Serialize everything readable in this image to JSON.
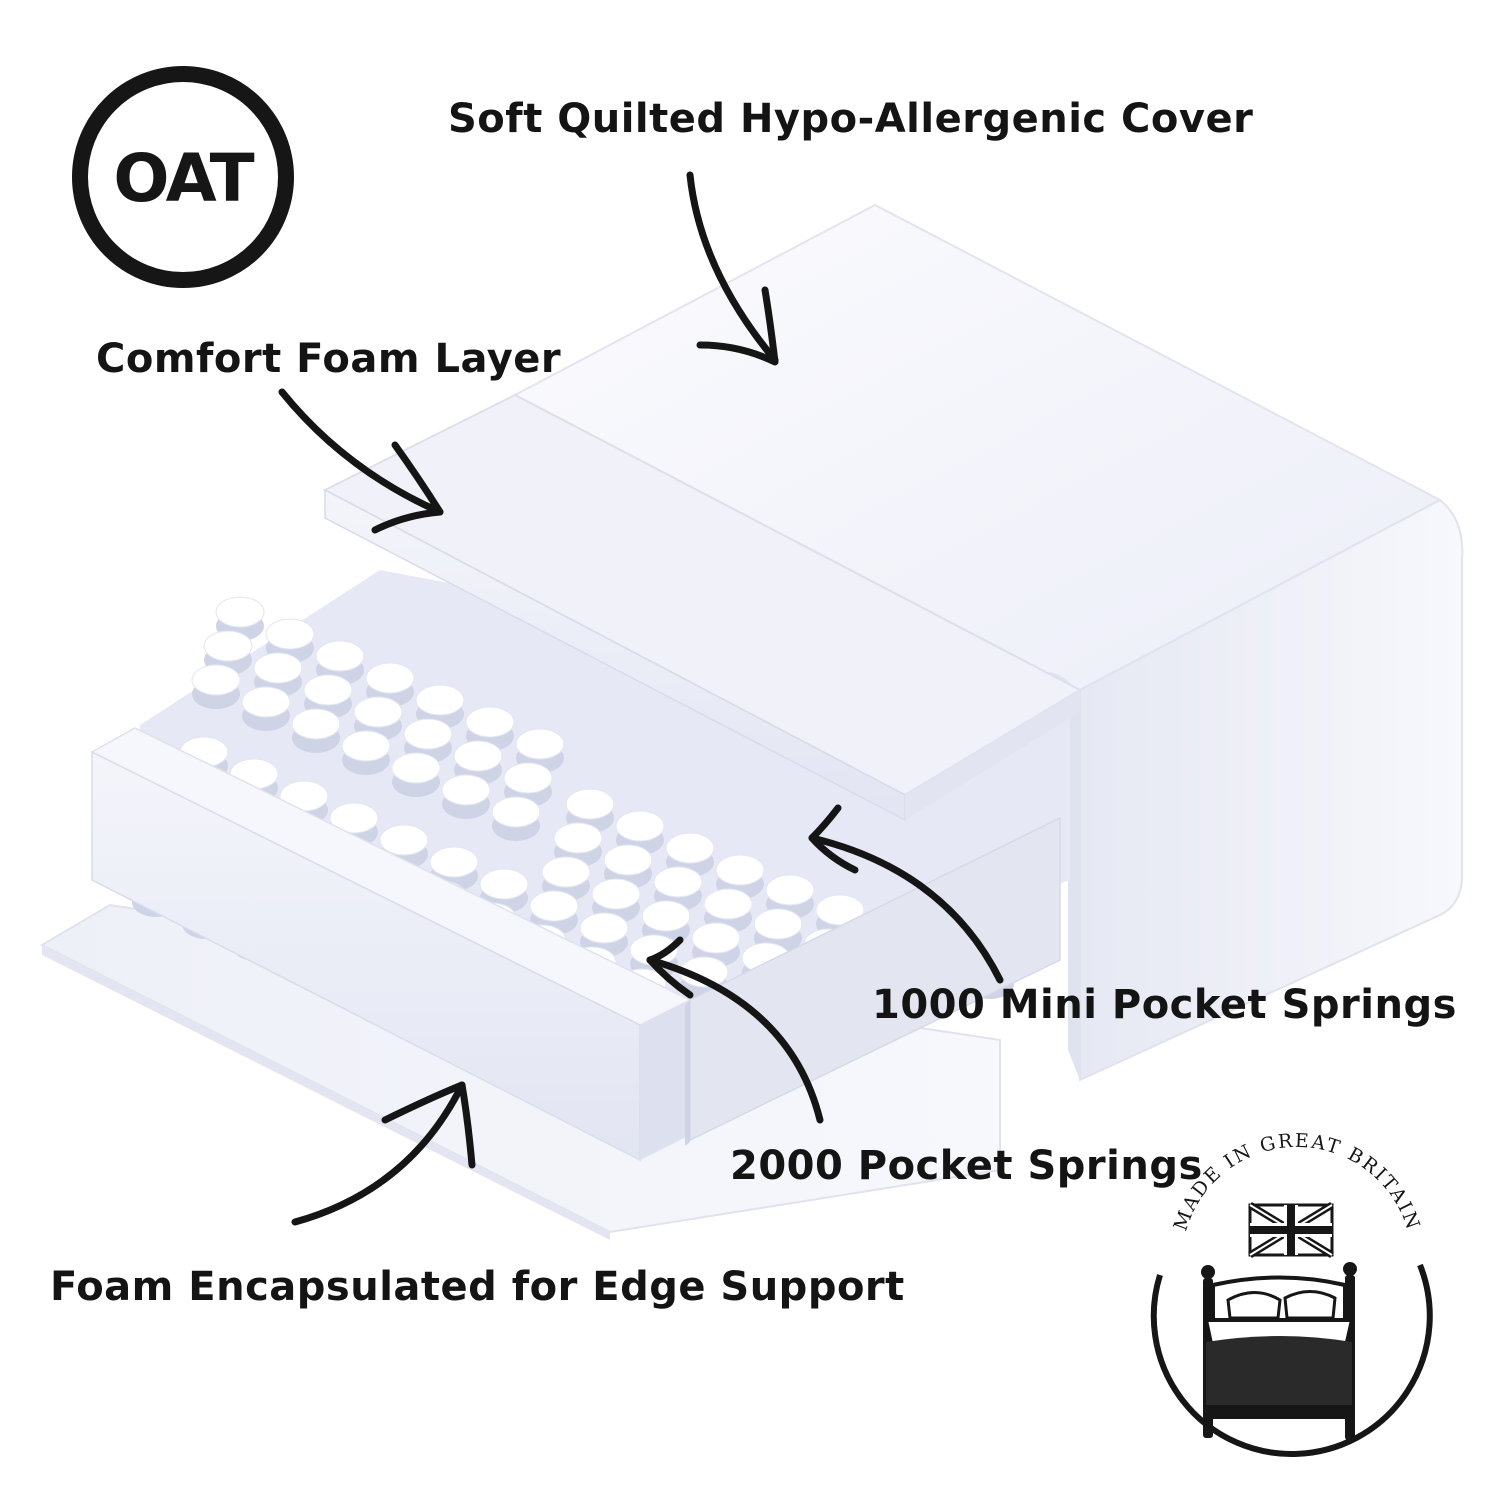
{
  "brand": {
    "logo_text": "OAT"
  },
  "callouts": {
    "cover": "Soft Quilted Hypo-Allergenic Cover",
    "comfort_foam": "Comfort Foam Layer",
    "mini_springs": "1000 Mini Pocket Springs",
    "pocket_springs": "2000 Pocket Springs",
    "edge_support": "Foam Encapsulated for Edge Support"
  },
  "badge": {
    "text": "MADE IN GREAT BRITAIN"
  },
  "icons": [
    "oat-logo",
    "mattress-illustration",
    "union-flag-icon",
    "bed-icon"
  ],
  "colors": {
    "text": "#141414",
    "cover": "#f3f4fa",
    "foam": "#e9ebf7",
    "spring": "#ffffff",
    "shadow": "#c9cde2"
  }
}
